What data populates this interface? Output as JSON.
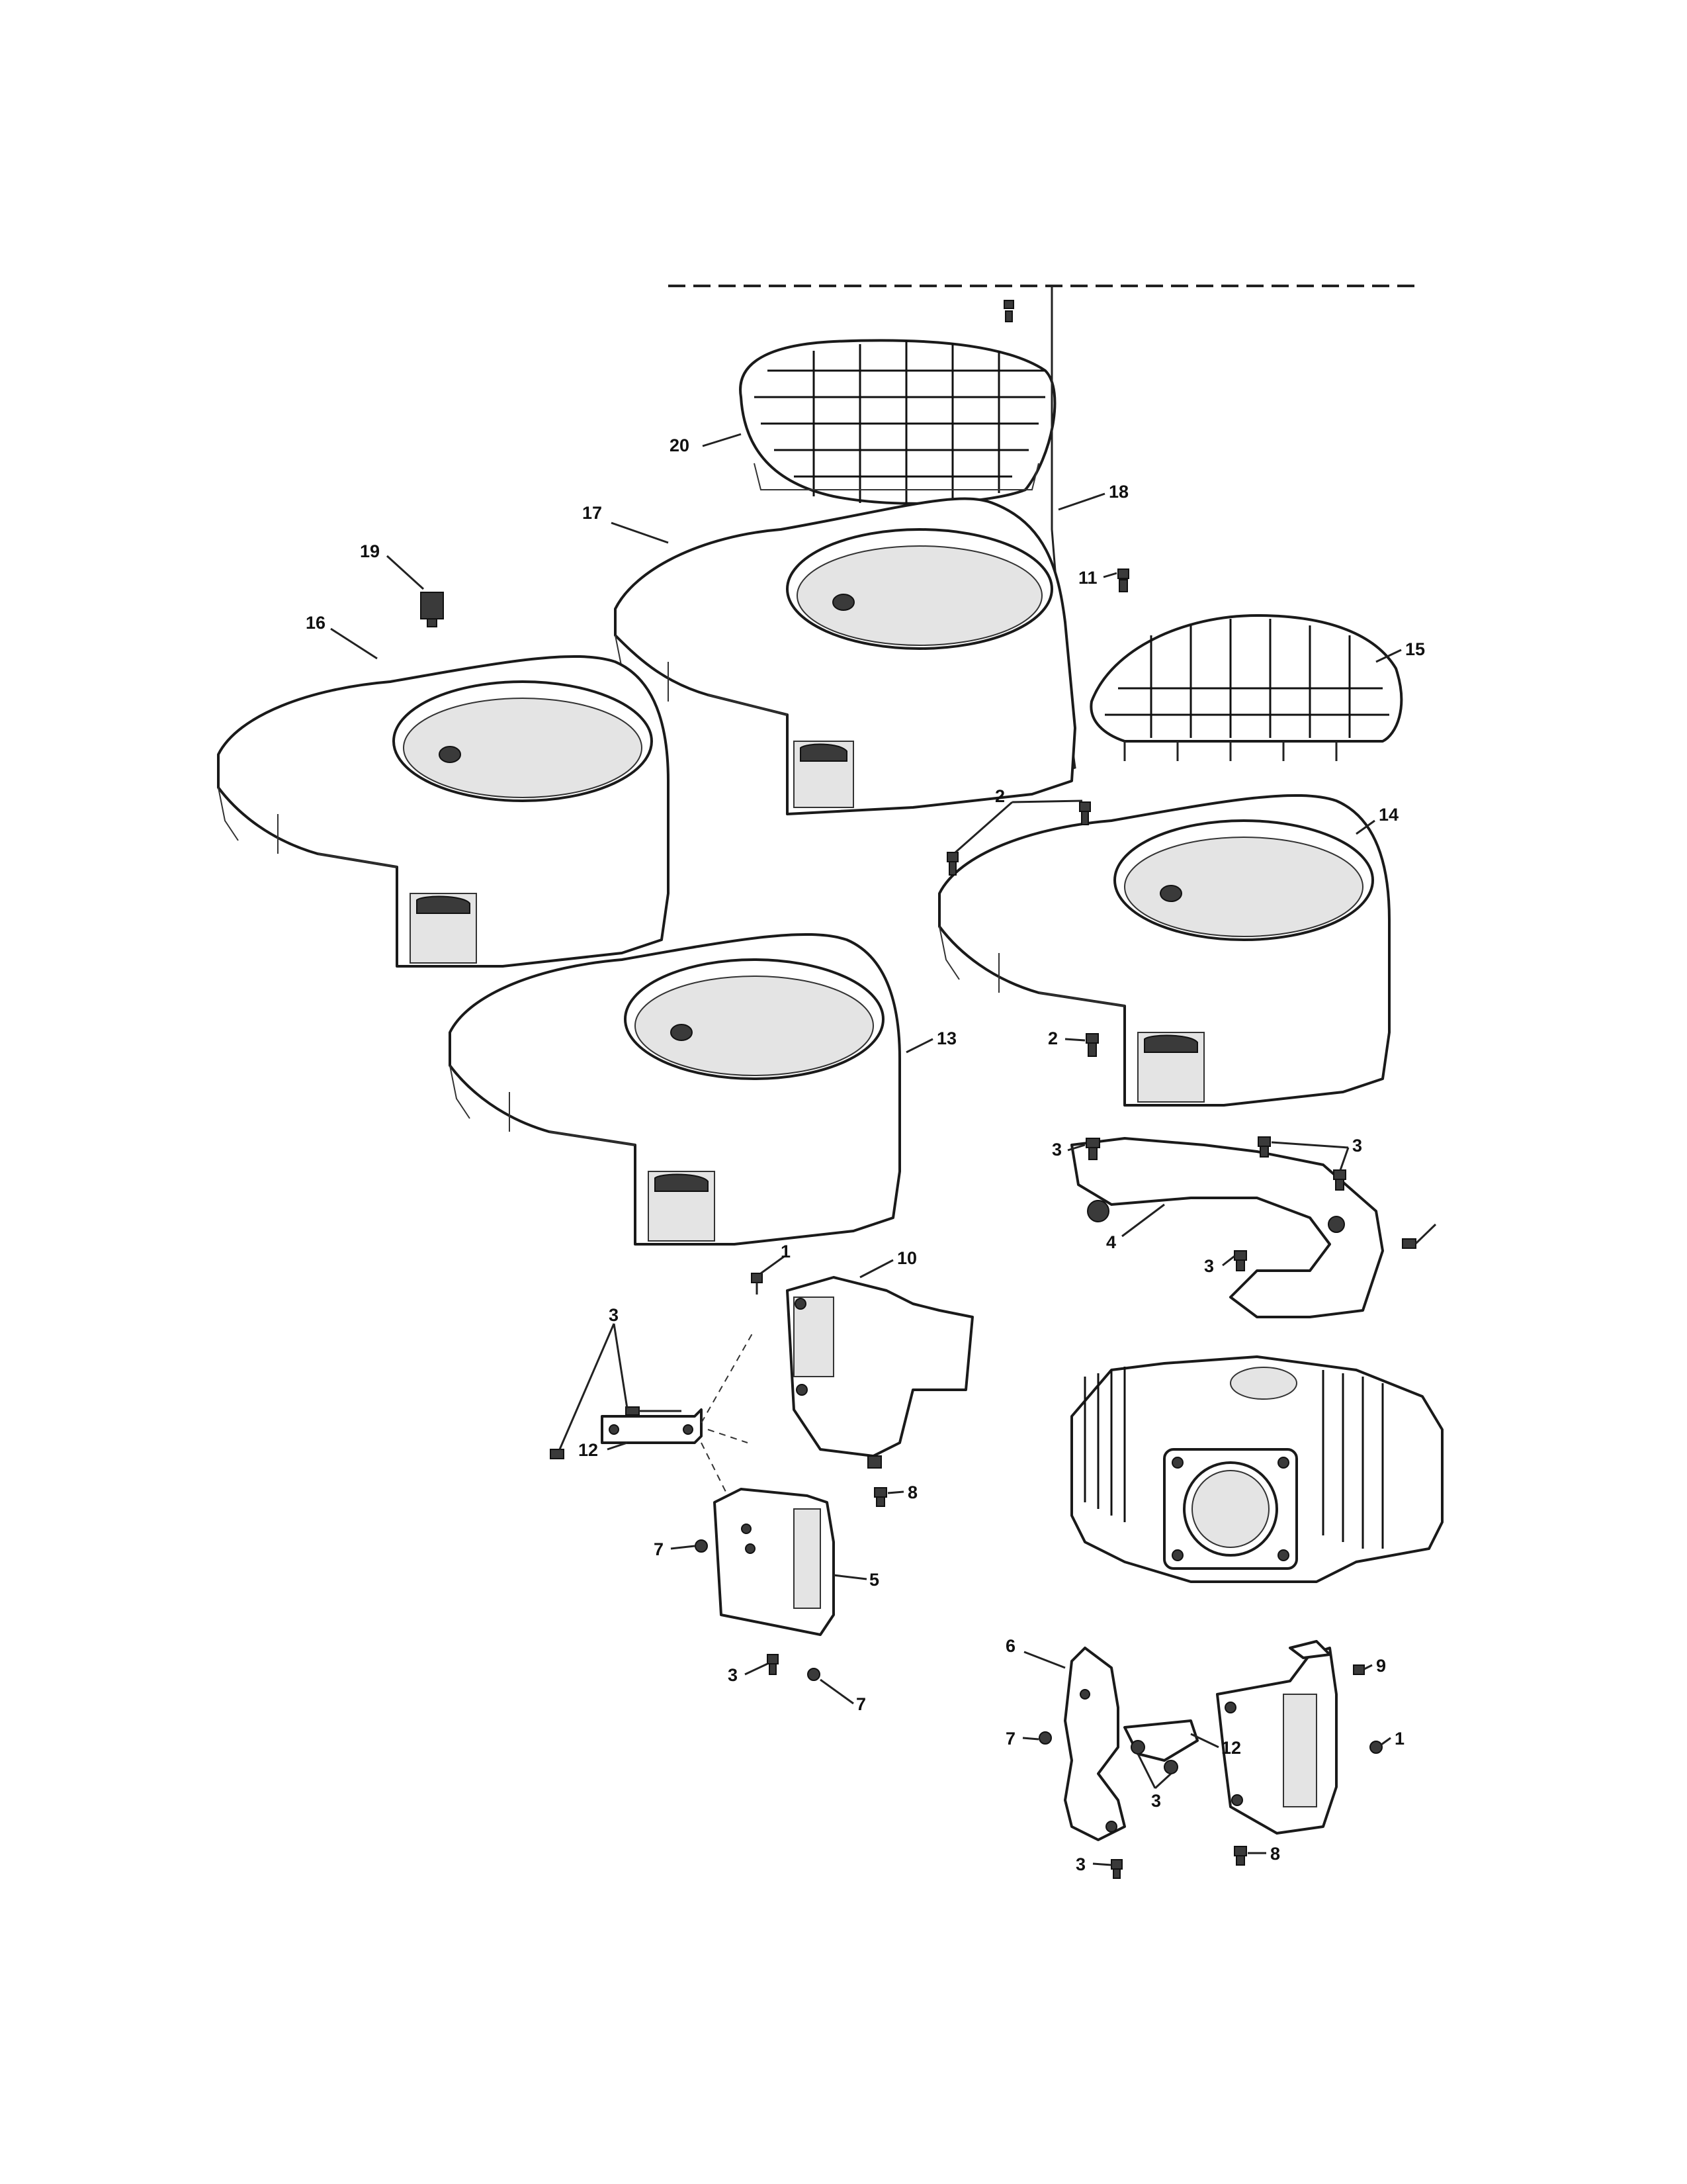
{
  "callouts": {
    "c1a": "1",
    "c1b": "1",
    "c2a": "2",
    "c2b": "2",
    "c3a": "3",
    "c3b": "3",
    "c3c": "3",
    "c3d": "3",
    "c3e": "3",
    "c3f": "3",
    "c3g": "3",
    "c4": "4",
    "c5": "5",
    "c6": "6",
    "c7a": "7",
    "c7b": "7",
    "c7c": "7",
    "c8a": "8",
    "c8b": "8",
    "c9": "9",
    "c10": "10",
    "c11": "11",
    "c12a": "12",
    "c12b": "12",
    "c13": "13",
    "c14": "14",
    "c15": "15",
    "c16": "16",
    "c17": "17",
    "c18": "18",
    "c19": "19",
    "c20": "20"
  }
}
